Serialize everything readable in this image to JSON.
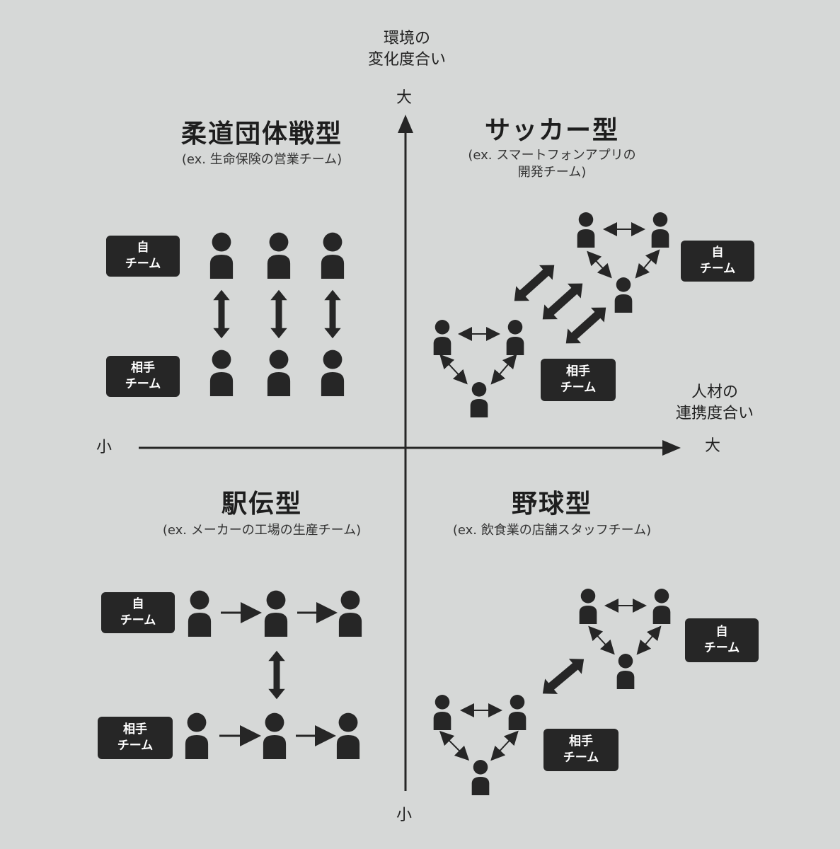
{
  "axes": {
    "y_title_line1": "環境の",
    "y_title_line2": "変化度合い",
    "y_high": "大",
    "y_low": "小",
    "x_title_line1": "人材の",
    "x_title_line2": "連携度合い",
    "x_high": "大",
    "x_low": "小"
  },
  "quadrants": {
    "judo": {
      "title": "柔道団体戦型",
      "sub_line1": "(ex. 生命保険の営業チーム)",
      "own_team": [
        "自",
        "チーム"
      ],
      "opponent": [
        "相手",
        "チーム"
      ]
    },
    "soccer": {
      "title": "サッカー型",
      "sub_line1": "(ex. スマートフォンアプリの",
      "sub_line2": "開発チーム)",
      "own_team": [
        "自",
        "チーム"
      ],
      "opponent": [
        "相手",
        "チーム"
      ]
    },
    "ekiden": {
      "title": "駅伝型",
      "sub_line1": "(ex. メーカーの工場の生産チーム)",
      "own_team": [
        "自",
        "チーム"
      ],
      "opponent": [
        "相手",
        "チーム"
      ]
    },
    "baseball": {
      "title": "野球型",
      "sub_line1": "(ex. 飲食業の店舗スタッフチーム)",
      "own_team": [
        "自",
        "チーム"
      ],
      "opponent": [
        "相手",
        "チーム"
      ]
    }
  },
  "colors": {
    "background": "#d6d8d7",
    "ink": "#262626",
    "badge_text": "#ffffff"
  }
}
